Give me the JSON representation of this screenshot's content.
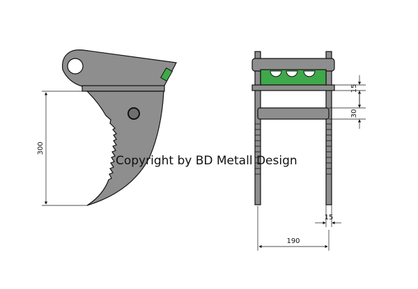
{
  "drawing": {
    "watermark": "Copyright by BD Metall Design",
    "colors": {
      "steel": "#8e8e8e",
      "steel_dark": "#6f6f6f",
      "accent_green": "#3fa84a",
      "line": "#111111"
    },
    "dimensions": {
      "side_height": "300",
      "front_top_plate": "15",
      "front_gap": "30",
      "front_blade_thickness": "15",
      "front_width": "190"
    }
  }
}
